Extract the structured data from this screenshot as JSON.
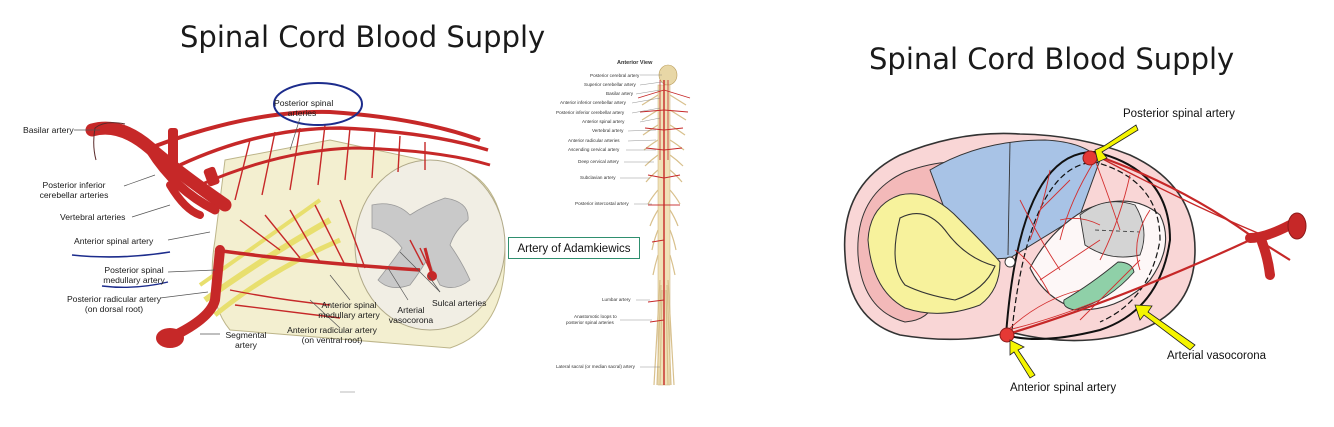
{
  "left_figure": {
    "title": "Spinal Cord Blood Supply",
    "labels": {
      "basilar": "Basilar artery",
      "posterior_spinal_l1": "Posterior spinal",
      "posterior_spinal_l2": "arteries",
      "pica_l1": "Posterior inferior",
      "pica_l2": "cerebellar arteries",
      "vertebral": "Vertebral arteries",
      "anterior_spinal": "Anterior spinal artery",
      "post_medullary_l1": "Posterior spinal",
      "post_medullary_l2": "medullary artery",
      "post_radicular_l1": "Posterior radicular artery",
      "post_radicular_l2": "(on dorsal root)",
      "segmental_l1": "Segmental",
      "segmental_l2": "artery",
      "ant_medullary_l1": "Anterior spinal",
      "ant_medullary_l2": "medullary artery",
      "ant_radicular_l1": "Anterior radicular artery",
      "ant_radicular_l2": "(on ventral root)",
      "vasocorona_l1": "Arterial",
      "vasocorona_l2": "vasocorona",
      "sulcal": "Sulcal arteries"
    }
  },
  "middle_figure": {
    "heading": "Anterior View",
    "labels": [
      "Posterior cerebral artery",
      "Superior cerebellar artery",
      "Basilar artery",
      "Anterior inferior cerebellar artery",
      "Posterior inferior cerebellar artery",
      "Anterior spinal artery",
      "Vertebral artery",
      "Anterior radicular arteries",
      "Ascending cervical artery",
      "Deep cervical artery",
      "Subclavian artery",
      "Posterior intercostal artery",
      "Lumbar artery",
      "Anastomotic loops to",
      "posterior spinal arteries",
      "Lateral sacral (or median sacral) artery"
    ],
    "callout": "Artery of Adamkiewics"
  },
  "right_figure": {
    "title": "Spinal Cord Blood Supply",
    "labels": {
      "posterior_spinal": "Posterior spinal artery",
      "vasocorona": "Arterial vasocorona",
      "anterior_spinal": "Anterior spinal artery"
    }
  },
  "colors": {
    "artery": "#c62828",
    "artery_dark": "#8e1a1a",
    "cord_fill": "#f3efd0",
    "yellow_region": "#f7f29c",
    "blue_region": "#a8c3e6",
    "pink_region": "#f3b9b9",
    "green_region": "#8fd0a8",
    "arrow": "#f5f500",
    "callout_border": "#2f8f6f"
  }
}
